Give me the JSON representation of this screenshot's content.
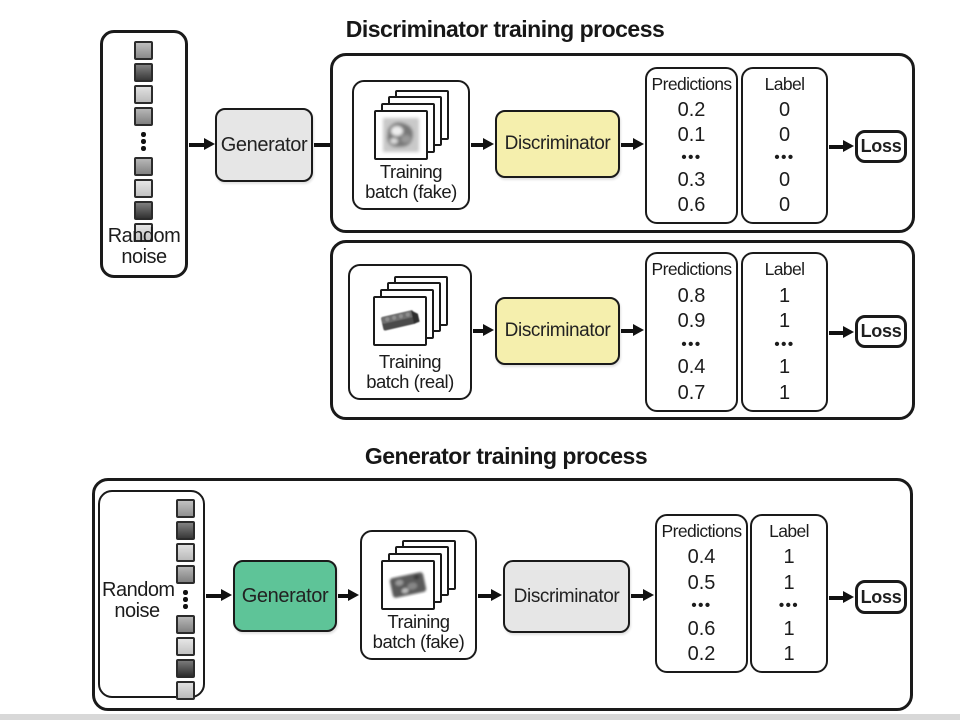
{
  "discriminator_section": {
    "title": "Discriminator training process",
    "random_noise": {
      "line1": "Random",
      "line2": "noise",
      "squares_upper": [
        "#9a9a9a",
        "#3f3f3f",
        "#d0d0d0",
        "#8f8f8f"
      ],
      "squares_lower": [
        "#909090",
        "#d8d8d8",
        "#383838",
        "#d8d8d8"
      ]
    },
    "generator_label": "Generator",
    "fake_row": {
      "batch_line1": "Training",
      "batch_line2": "batch (fake)",
      "discriminator_label": "Discriminator",
      "predictions_header": "Predictions",
      "predictions": [
        "0.2",
        "0.1",
        "•••",
        "0.3",
        "0.6"
      ],
      "label_header": "Label",
      "labels": [
        "0",
        "0",
        "•••",
        "0",
        "0"
      ],
      "loss_label": "Loss"
    },
    "real_row": {
      "batch_line1": "Training",
      "batch_line2": "batch (real)",
      "discriminator_label": "Discriminator",
      "predictions_header": "Predictions",
      "predictions": [
        "0.8",
        "0.9",
        "•••",
        "0.4",
        "0.7"
      ],
      "label_header": "Label",
      "labels": [
        "1",
        "1",
        "•••",
        "1",
        "1"
      ],
      "loss_label": "Loss"
    }
  },
  "generator_section": {
    "title": "Generator training process",
    "random_noise": {
      "line1": "Random",
      "line2": "noise",
      "squares_upper": [
        "#a0a0a0",
        "#3f3f3f",
        "#cfcfcf",
        "#8f8f8f"
      ],
      "squares_lower": [
        "#909090",
        "#d8d8d8",
        "#333333",
        "#cfcfcf"
      ]
    },
    "generator_label": "Generator",
    "batch_line1": "Training",
    "batch_line2": "batch (fake)",
    "discriminator_label": "Discriminator",
    "predictions_header": "Predictions",
    "predictions": [
      "0.4",
      "0.5",
      "•••",
      "0.6",
      "0.2"
    ],
    "label_header": "Label",
    "labels": [
      "1",
      "1",
      "•••",
      "1",
      "1"
    ],
    "loss_label": "Loss"
  },
  "colors": {
    "discriminator_active_fill": "#f5efad",
    "generator_active_fill": "#5ec498",
    "inactive_box_fill": "#e6e6e6",
    "line_color": "#1a1a1a"
  }
}
